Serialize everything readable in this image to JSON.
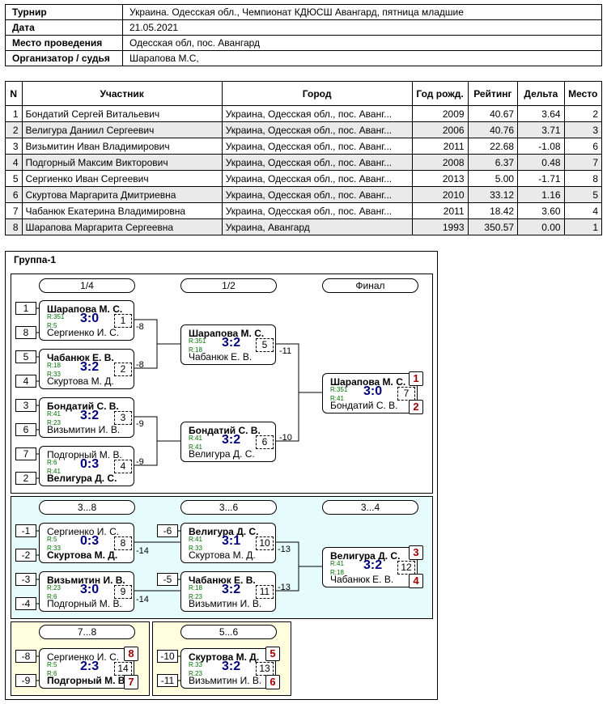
{
  "info": [
    {
      "label": "Турнир",
      "value": "Украина. Одесская обл., Чемпионат КДЮСШ Авангард, пятница младшие"
    },
    {
      "label": "Дата",
      "value": "21.05.2021"
    },
    {
      "label": "Место проведения",
      "value": "Одесская обл, пос. Авангард"
    },
    {
      "label": "Организатор / судья",
      "value": "Шарапова М.С,"
    }
  ],
  "players": {
    "headers": [
      "N",
      "Участник",
      "Город",
      "Год рожд.",
      "Рейтинг",
      "Дельта",
      "Место"
    ],
    "rows": [
      [
        "1",
        "Бондатий Сергей Витальевич",
        "Украина, Одесская обл., пос. Аванг...",
        "2009",
        "40.67",
        "3.64",
        "2"
      ],
      [
        "2",
        "Велигура Даниил Сергеевич",
        "Украина, Одесская обл., пос. Аванг...",
        "2006",
        "40.76",
        "3.71",
        "3"
      ],
      [
        "3",
        "Визьмитин Иван Владимирович",
        "Украина, Одесская обл., пос. Аванг...",
        "2011",
        "22.68",
        "-1.08",
        "6"
      ],
      [
        "4",
        "Подгорный Максим Викторович",
        "Украина, Одесская обл., пос. Аванг...",
        "2008",
        "6.37",
        "0.48",
        "7"
      ],
      [
        "5",
        "Сергиенко Иван Сергеевич",
        "Украина, Одесская обл., пос. Аванг...",
        "2013",
        "5.00",
        "-1.71",
        "8"
      ],
      [
        "6",
        "Скуртова Маргарита Дмитриевна",
        "Украина, Одесская обл., пос. Аванг...",
        "2010",
        "33.12",
        "1.16",
        "5"
      ],
      [
        "7",
        "Чабанюк Екатерина Владимировна",
        "Украина, Одесская обл., пос. Аванг...",
        "2011",
        "18.42",
        "3.60",
        "4"
      ],
      [
        "8",
        "Шарапова Маргарита Сергеевна",
        "Украина, Авангард",
        "1993",
        "350.57",
        "0.00",
        "1"
      ]
    ]
  },
  "group": {
    "title": "Группа-1",
    "rounds": [
      "1/4",
      "1/2",
      "Финал",
      "3...8",
      "3...6",
      "3...4",
      "7...8",
      "5...6"
    ],
    "seeds": [
      "1",
      "8",
      "5",
      "4",
      "3",
      "6",
      "7",
      "2",
      "-1",
      "-2",
      "-3",
      "-4",
      "-6",
      "-5",
      "-8",
      "-9",
      "-10",
      "-11"
    ],
    "losers": [
      "-8",
      "-8",
      "-9",
      "-9",
      "-11",
      "-10",
      "-14",
      "-14",
      "-13",
      "-13"
    ],
    "places": [
      "1",
      "2",
      "3",
      "4",
      "8",
      "7",
      "5",
      "6"
    ],
    "matches": [
      {
        "p1": "Шарапова М. С.",
        "r1": "R:351",
        "p2": "Сергиенко И. С.",
        "r2": "R:5",
        "score": "3:0",
        "num": "1",
        "w": 1
      },
      {
        "p1": "Чабанюк Е. В.",
        "r1": "R:18",
        "p2": "Скуртова М. Д.",
        "r2": "R:33",
        "score": "3:2",
        "num": "2",
        "w": 1
      },
      {
        "p1": "Бондатий С. В.",
        "r1": "R:41",
        "p2": "Визьмитин И. В.",
        "r2": "R:23",
        "score": "3:2",
        "num": "3",
        "w": 1
      },
      {
        "p1": "Подгорный М. В.",
        "r1": "R:6",
        "p2": "Велигура Д. С.",
        "r2": "R:41",
        "score": "0:3",
        "num": "4",
        "w": 2
      },
      {
        "p1": "Шарапова М. С.",
        "r1": "R:351",
        "p2": "Чабанюк Е. В.",
        "r2": "R:18",
        "score": "3:2",
        "num": "5",
        "w": 1
      },
      {
        "p1": "Бондатий С. В.",
        "r1": "R:41",
        "p2": "Велигура Д. С.",
        "r2": "R:41",
        "score": "3:2",
        "num": "6",
        "w": 1
      },
      {
        "p1": "Шарапова М. С.",
        "r1": "R:351",
        "p2": "Бондатий С. В.",
        "r2": "R:41",
        "score": "3:0",
        "num": "7",
        "w": 1
      },
      {
        "p1": "Сергиенко И. С.",
        "r1": "R:5",
        "p2": "Скуртова М. Д.",
        "r2": "R:33",
        "score": "0:3",
        "num": "8",
        "w": 2
      },
      {
        "p1": "Визьмитин И. В.",
        "r1": "R:23",
        "p2": "Подгорный М. В.",
        "r2": "R:6",
        "score": "3:0",
        "num": "9",
        "w": 1
      },
      {
        "p1": "Велигура Д. С.",
        "r1": "R:41",
        "p2": "Скуртова М. Д.",
        "r2": "R:33",
        "score": "3:1",
        "num": "10",
        "w": 1
      },
      {
        "p1": "Чабанюк Е. В.",
        "r1": "R:18",
        "p2": "Визьмитин И. В.",
        "r2": "R:23",
        "score": "3:2",
        "num": "11",
        "w": 1
      },
      {
        "p1": "Велигура Д. С.",
        "r1": "R:41",
        "p2": "Чабанюк Е. В.",
        "r2": "R:18",
        "score": "3:2",
        "num": "12",
        "w": 1
      },
      {
        "p1": "Скуртова М. Д.",
        "r1": "R:33",
        "p2": "Визьмитин И. В.",
        "r2": "R:23",
        "score": "3:2",
        "num": "13",
        "w": 1
      },
      {
        "p1": "Сергиенко И. С.",
        "r1": "R:5",
        "p2": "Подгорный М. В.",
        "r2": "R:6",
        "score": "2:3",
        "num": "14",
        "w": 2
      }
    ]
  },
  "colors": {
    "panel_main": "#ffffff",
    "panel_cyan": "#e6fbfb",
    "panel_yellow": "#ffffe0",
    "score": "#000080",
    "rating": "#007000",
    "place": "#a00000"
  }
}
